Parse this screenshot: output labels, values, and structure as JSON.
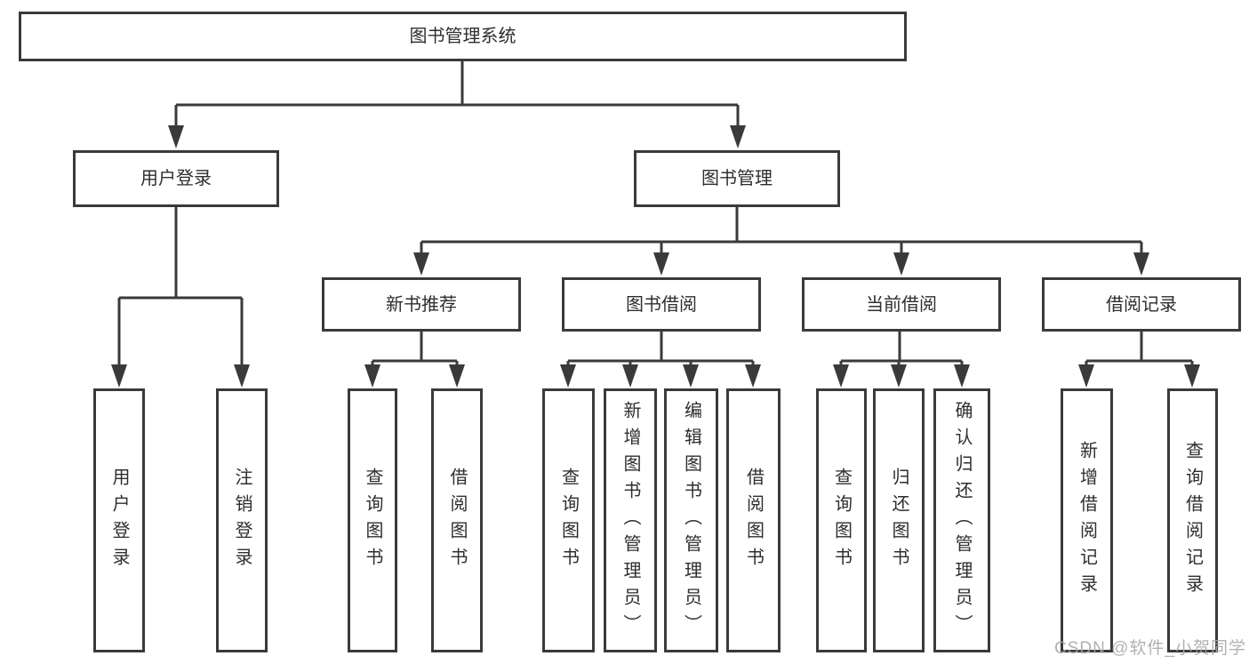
{
  "diagram_type": "hierarchy-tree",
  "tree": {
    "label": "图书管理系统",
    "children": [
      {
        "label": "用户登录",
        "children": [
          {
            "label": "用户登录"
          },
          {
            "label": "注销登录"
          }
        ]
      },
      {
        "label": "图书管理",
        "children": [
          {
            "label": "新书推荐",
            "children": [
              {
                "label": "查询图书"
              },
              {
                "label": "借阅图书"
              }
            ]
          },
          {
            "label": "图书借阅",
            "children": [
              {
                "label": "查询图书"
              },
              {
                "label": "新增图书（管理员）"
              },
              {
                "label": "编辑图书（管理员）"
              },
              {
                "label": "借阅图书"
              }
            ]
          },
          {
            "label": "当前借阅",
            "children": [
              {
                "label": "查询图书"
              },
              {
                "label": "归还图书"
              },
              {
                "label": "确认归还（管理员）"
              }
            ]
          },
          {
            "label": "借阅记录",
            "children": [
              {
                "label": "新增借阅记录"
              },
              {
                "label": "查询借阅记录"
              }
            ]
          }
        ]
      }
    ]
  },
  "watermark": {
    "text": "CSDN @软件_小贺同学"
  },
  "colors": {
    "line": "#3a3a3a",
    "text": "#2e2e2e",
    "box_background": "#ffffff",
    "watermark": "#a9a9a9",
    "page_background": "#ffffff"
  }
}
